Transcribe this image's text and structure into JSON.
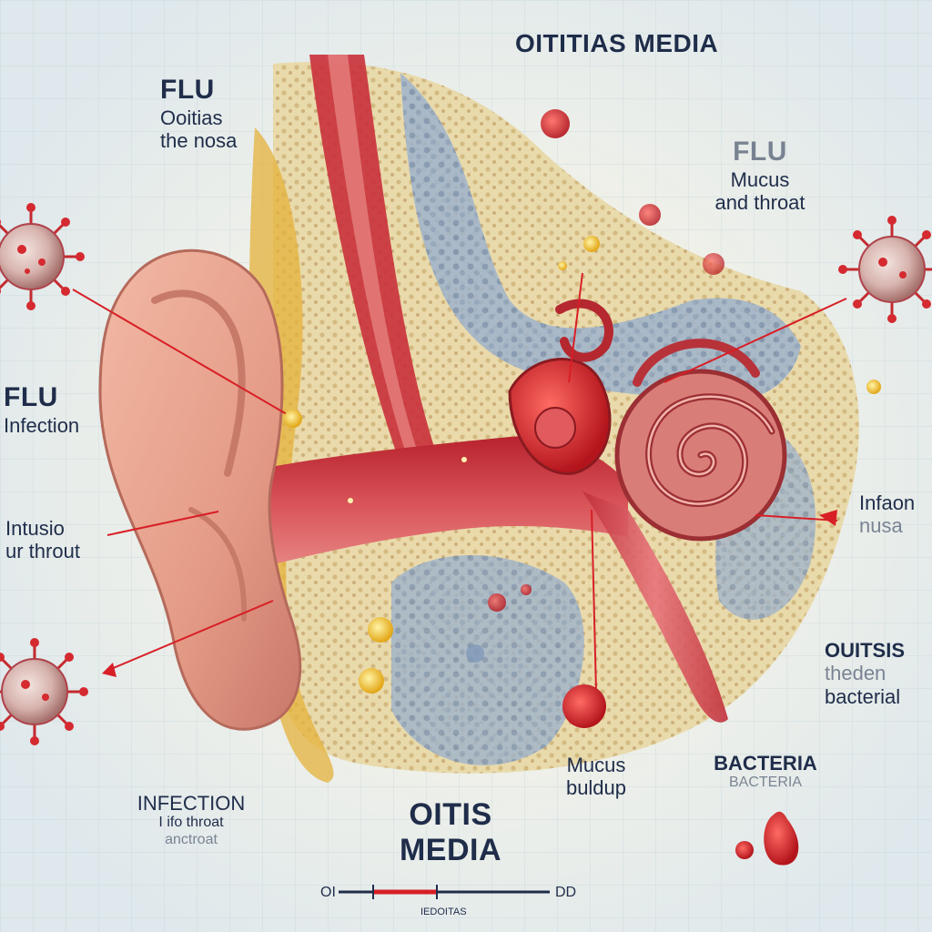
{
  "title": "OITITIAS MEDIA",
  "labels": {
    "top_left": {
      "heading": "FLU",
      "line1": "Ooitias",
      "line2": "the nosa"
    },
    "top_right": {
      "heading": "FLU",
      "line1": "Mucus",
      "line2": "and throat"
    },
    "left_mid": {
      "heading": "FLU",
      "line1": "Infection"
    },
    "left_low": {
      "line1": "Intusio",
      "line2": "ur throut",
      "line3": ""
    },
    "right_mid": {
      "line1": "Infaon",
      "line2": "nusa"
    },
    "right_low": {
      "line1": "OUITSIS",
      "line2": "theden",
      "line3": "bacterial"
    },
    "bottom_left": {
      "line1": "INFECTION",
      "line2": "I ifo throat",
      "line3": "anctroat"
    },
    "bottom_center": {
      "line1": "OITIS",
      "line2": "MEDIA"
    },
    "mucus": {
      "line1": "Mucus",
      "line2": "buldup"
    },
    "bacteria": {
      "heading": "BACTERIA",
      "sub": "BACTERIA"
    },
    "scale": {
      "left": "OI",
      "right": "DD",
      "caption": "IEDOITAS"
    }
  },
  "colors": {
    "accent": "#d81f26",
    "text": "#1f2d4a",
    "skin": "#e8a592",
    "bone": "#e7d6a6",
    "tissue": "#8fa6c4",
    "background": "#e9eef0"
  },
  "icons": [
    "virus-icon",
    "ear-illustration",
    "cochlea-illustration"
  ]
}
